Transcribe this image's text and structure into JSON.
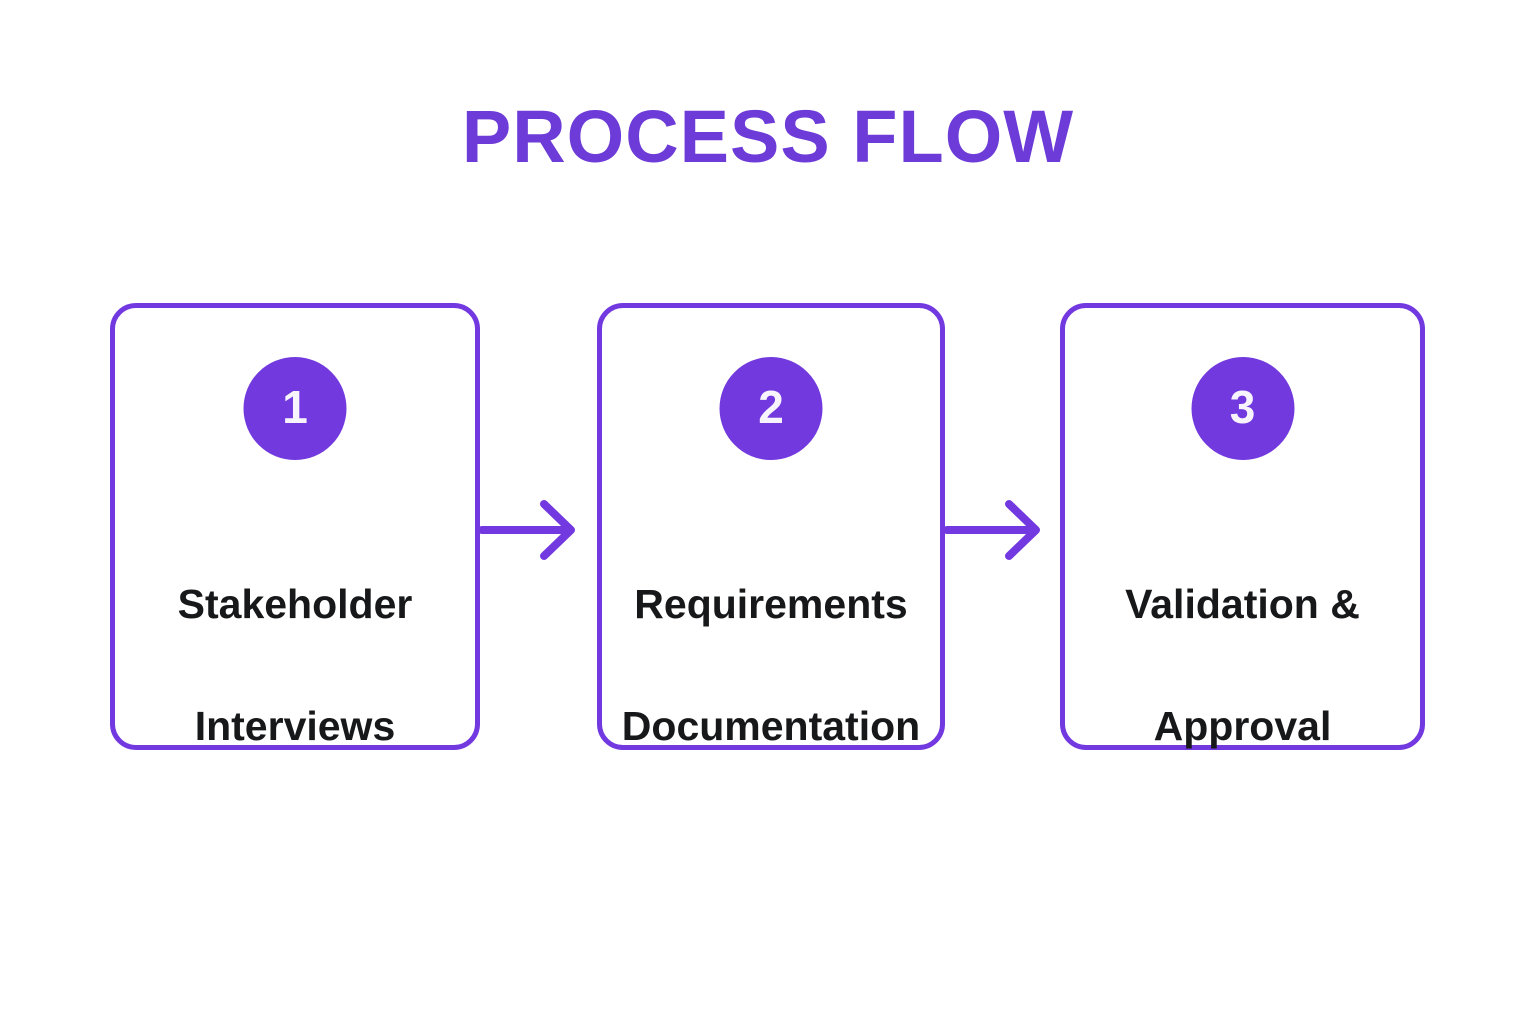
{
  "page": {
    "background_color": "#FFFFFF",
    "accent_color": "#7339E0",
    "title_color": "#6D3BD8",
    "text_color": "#17181A",
    "badge_fill": "#7239DE",
    "badge_text_color": "#F7F4FE"
  },
  "header": {
    "title": "PROCESS FLOW"
  },
  "flow": {
    "steps": [
      {
        "number": "1",
        "label": "Stakeholder\nInterviews",
        "line1": "Stakeholder",
        "line2": "Interviews"
      },
      {
        "number": "2",
        "label": "Requirements\nDocumentation",
        "line1": "Requirements",
        "line2": "Documentation"
      },
      {
        "number": "3",
        "label": "Validation &\nApproval",
        "line1": "Validation &",
        "line2": "Approval"
      }
    ],
    "connectors": [
      {
        "from": "1",
        "to": "2",
        "icon": "arrow-right-icon"
      },
      {
        "from": "2",
        "to": "3",
        "icon": "arrow-right-icon"
      }
    ]
  }
}
